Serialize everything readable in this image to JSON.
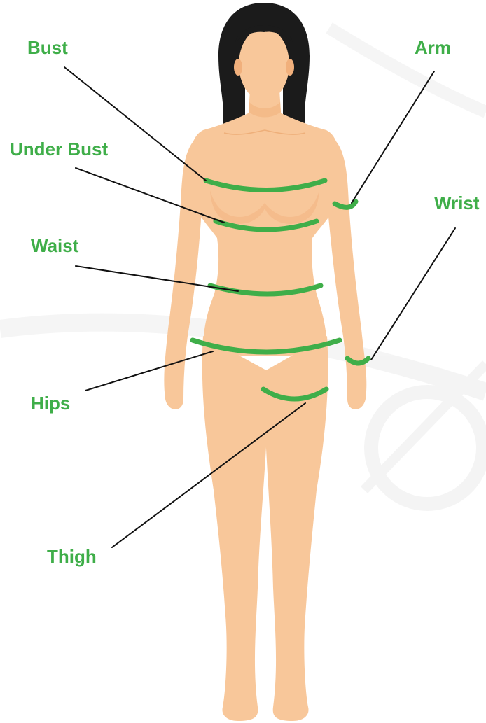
{
  "labels": {
    "bust": "Bust",
    "arm": "Arm",
    "under_bust": "Under Bust",
    "wrist": "Wrist",
    "waist": "Waist",
    "hips": "Hips",
    "thigh": "Thigh"
  },
  "colors": {
    "accent": "#3fae49",
    "skin": "#f8c79a",
    "hair": "#1b1b1b",
    "leader_line": "#111111",
    "background_texture": "#ededed"
  }
}
